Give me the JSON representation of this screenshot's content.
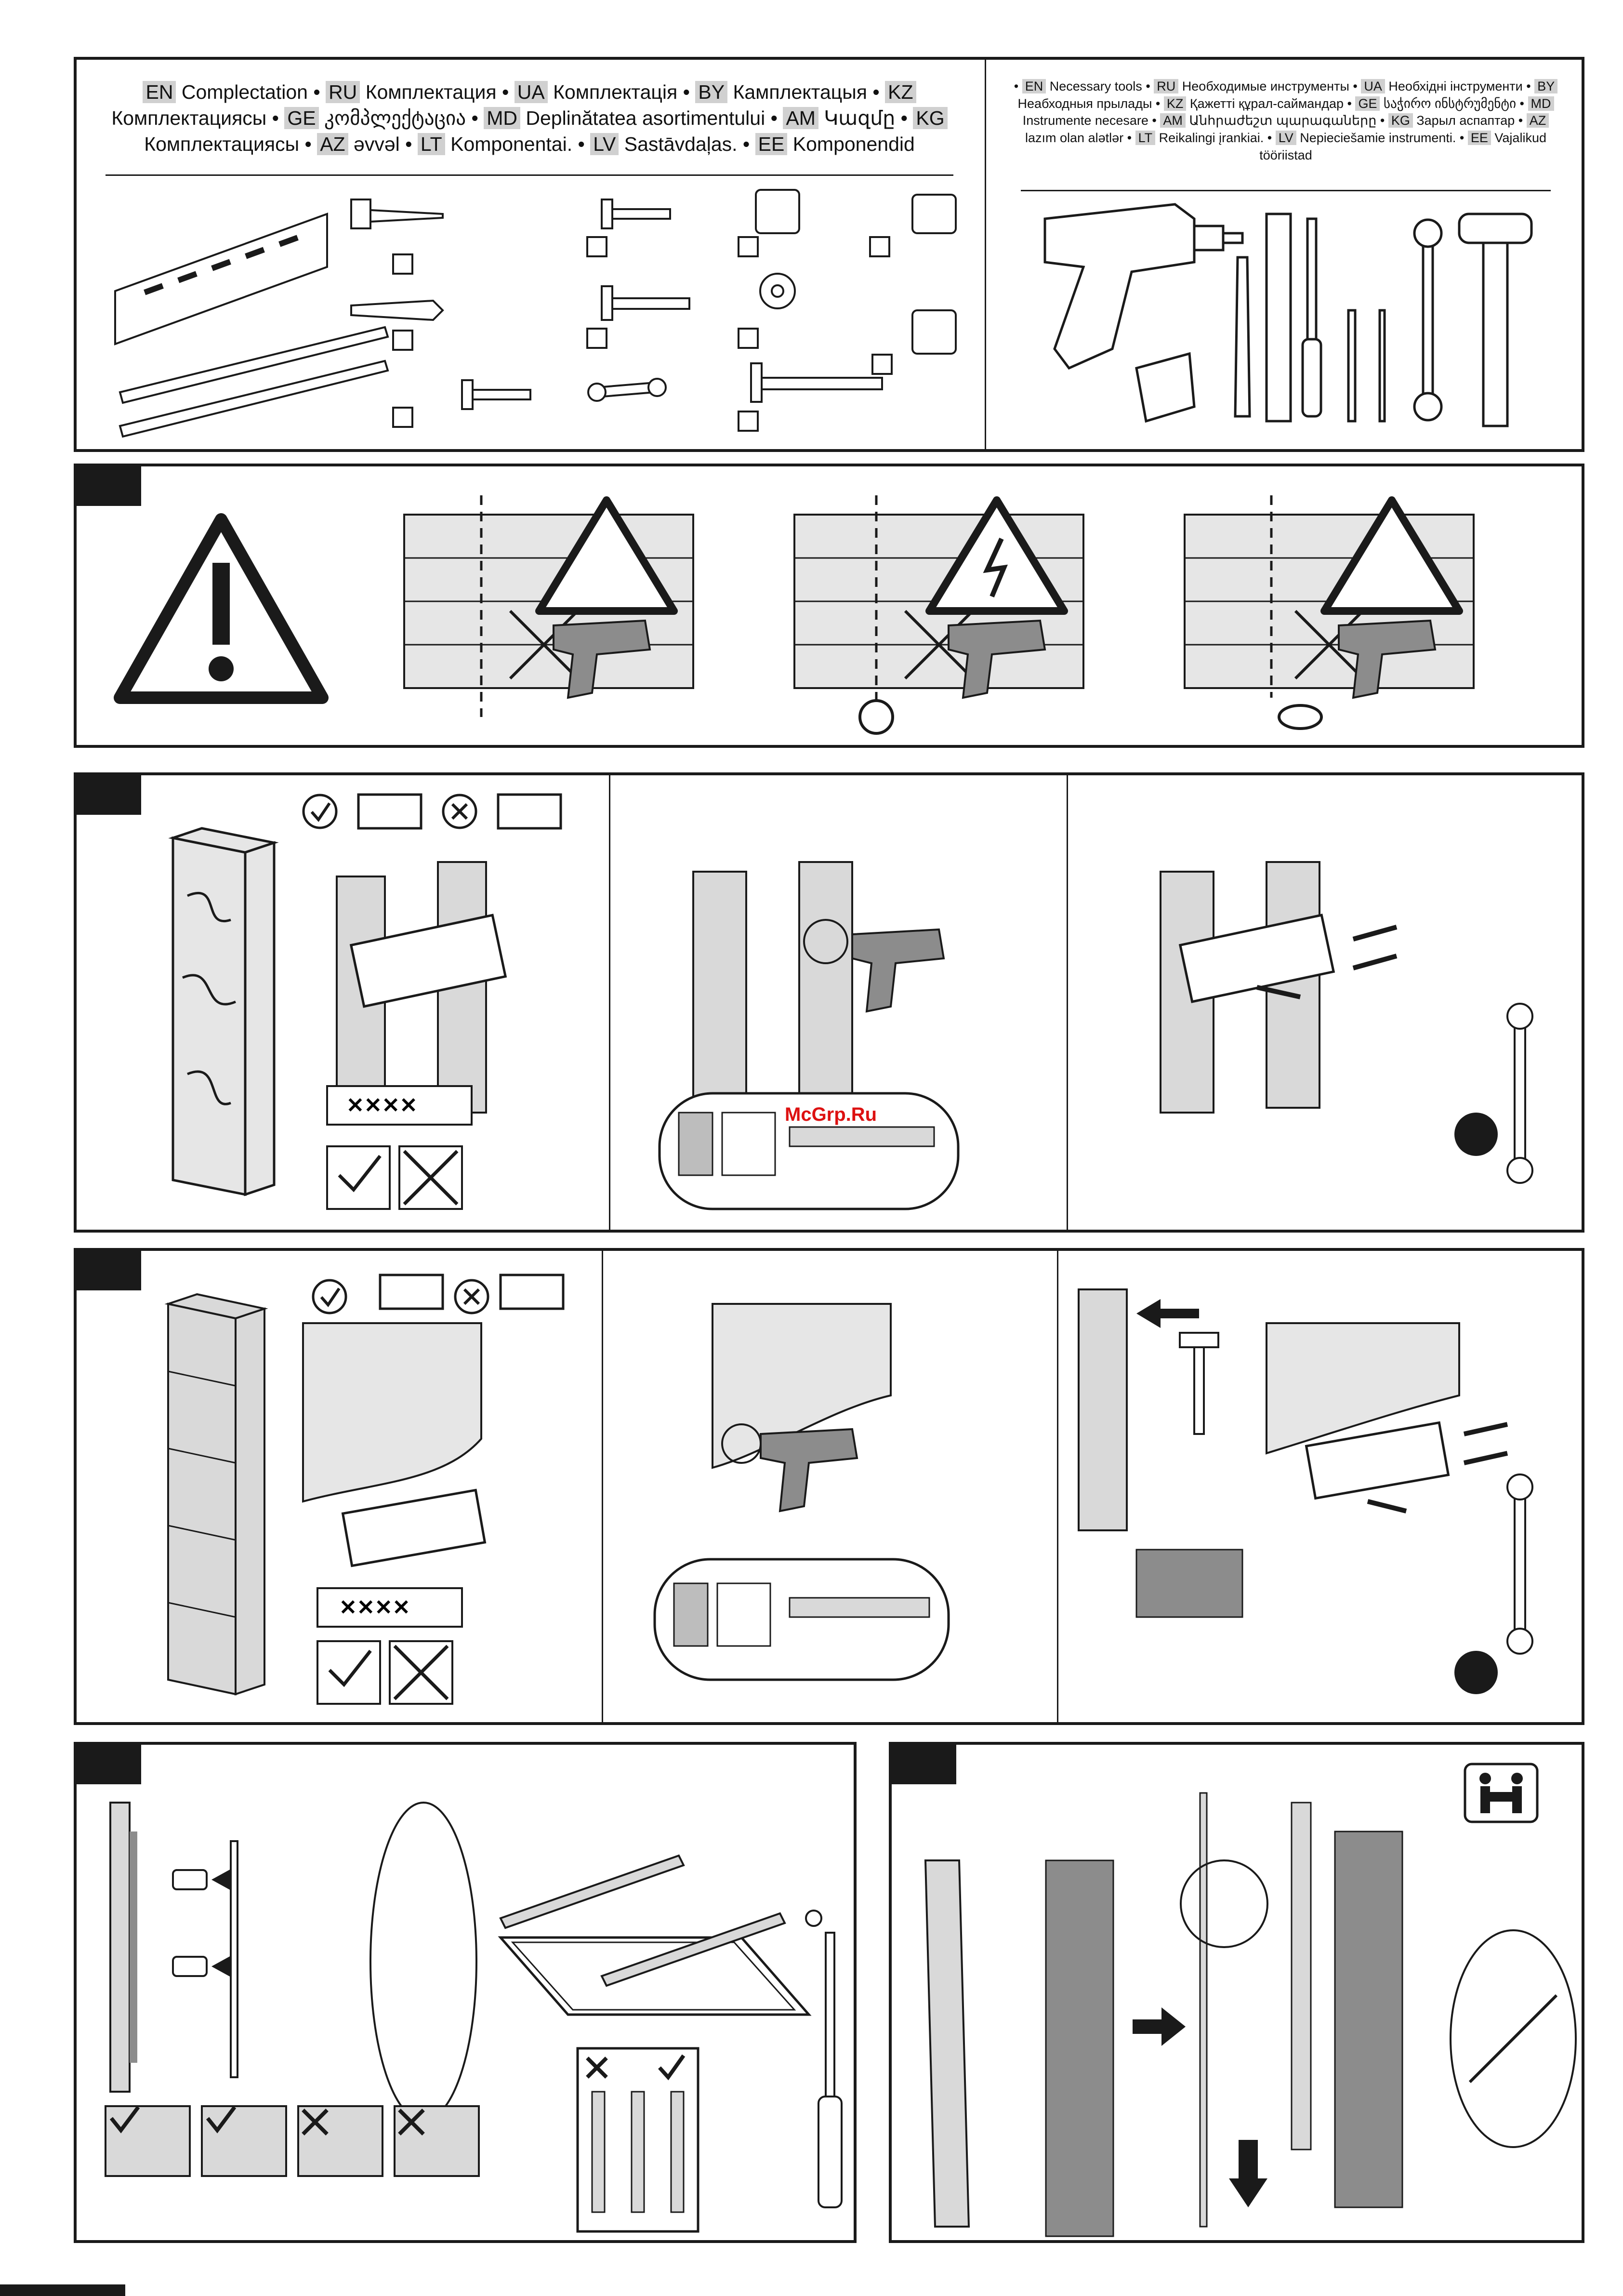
{
  "components": {
    "entries": [
      {
        "code": "EN",
        "text": "Complectation"
      },
      {
        "code": "RU",
        "text": "Комплектация"
      },
      {
        "code": "UA",
        "text": "Комплектація"
      },
      {
        "code": "BY",
        "text": "Камплектацыя"
      },
      {
        "code": "KZ",
        "text": "Комплектациясы"
      },
      {
        "code": "GE",
        "text": "კომპლექტაცია"
      },
      {
        "code": "MD",
        "text": "Deplinătatea asortimentului"
      },
      {
        "code": "AM",
        "text": "Կազմը"
      },
      {
        "code": "KG",
        "text": "Комплектациясы"
      },
      {
        "code": "AZ",
        "text": "əvvəl"
      },
      {
        "code": "LT",
        "text": "Komponentai."
      },
      {
        "code": "LV",
        "text": "Sastāvdaļas."
      },
      {
        "code": "EE",
        "text": "Komponendid"
      }
    ]
  },
  "tools": {
    "entries": [
      {
        "code": "EN",
        "text": "Necessary tools"
      },
      {
        "code": "RU",
        "text": "Необходимые инструменты"
      },
      {
        "code": "UA",
        "text": "Необхідні інструменти"
      },
      {
        "code": "BY",
        "text": "Неабходныя прылады"
      },
      {
        "code": "KZ",
        "text": "Қажетті құрал-саймандар"
      },
      {
        "code": "GE",
        "text": "საჭირო ინსტრუმენტი"
      },
      {
        "code": "MD",
        "text": "Instrumente necesare"
      },
      {
        "code": "AM",
        "text": "Անհրաժեշտ պարագաները"
      },
      {
        "code": "KG",
        "text": "Зарыл аспаптар"
      },
      {
        "code": "AZ",
        "text": "lazım olan alətlər"
      },
      {
        "code": "LT",
        "text": "Reikalingi įrankiai."
      },
      {
        "code": "LV",
        "text": "Nepieciešamie instrumenti."
      },
      {
        "code": "EE",
        "text": "Vajalikud tööriistad"
      }
    ]
  },
  "watermark": "McGrp.Ru",
  "colors": {
    "ink": "#1a1a1a",
    "wall_gray": "#d9d9d9",
    "wall_dark": "#8c8c8c",
    "code_bg": "#d0d0d0",
    "watermark": "#dd1111"
  }
}
